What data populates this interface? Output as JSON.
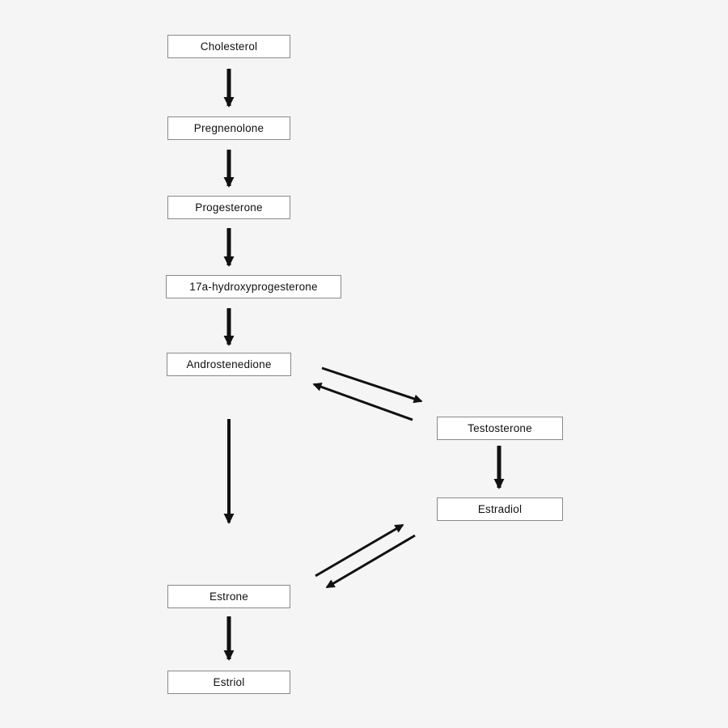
{
  "diagram": {
    "type": "flowchart",
    "nodes": [
      {
        "id": "cholesterol",
        "label": "Cholesterol"
      },
      {
        "id": "pregnenolone",
        "label": "Pregnenolone"
      },
      {
        "id": "progesterone",
        "label": "Progesterone"
      },
      {
        "id": "17a-hydroxyprogesterone",
        "label": "17a-hydroxyprogesterone"
      },
      {
        "id": "androstenedione",
        "label": "Androstenedione"
      },
      {
        "id": "testosterone",
        "label": "Testosterone"
      },
      {
        "id": "estradiol",
        "label": "Estradiol"
      },
      {
        "id": "estrone",
        "label": "Estrone"
      },
      {
        "id": "estriol",
        "label": "Estriol"
      }
    ],
    "edges": [
      {
        "from": "cholesterol",
        "to": "pregnenolone",
        "type": "forward"
      },
      {
        "from": "pregnenolone",
        "to": "progesterone",
        "type": "forward"
      },
      {
        "from": "progesterone",
        "to": "17a-hydroxyprogesterone",
        "type": "forward"
      },
      {
        "from": "17a-hydroxyprogesterone",
        "to": "androstenedione",
        "type": "forward"
      },
      {
        "from": "androstenedione",
        "to": "testosterone",
        "type": "reversible"
      },
      {
        "from": "androstenedione",
        "to": "estrone",
        "type": "forward"
      },
      {
        "from": "testosterone",
        "to": "estradiol",
        "type": "forward"
      },
      {
        "from": "estradiol",
        "to": "estrone",
        "type": "reversible"
      },
      {
        "from": "estrone",
        "to": "estriol",
        "type": "forward"
      }
    ],
    "colors": {
      "background": "#f5f5f5",
      "node_fill": "#ffffff",
      "node_border": "#8a8a8a",
      "text": "#111111",
      "arrow": "#111111"
    }
  }
}
